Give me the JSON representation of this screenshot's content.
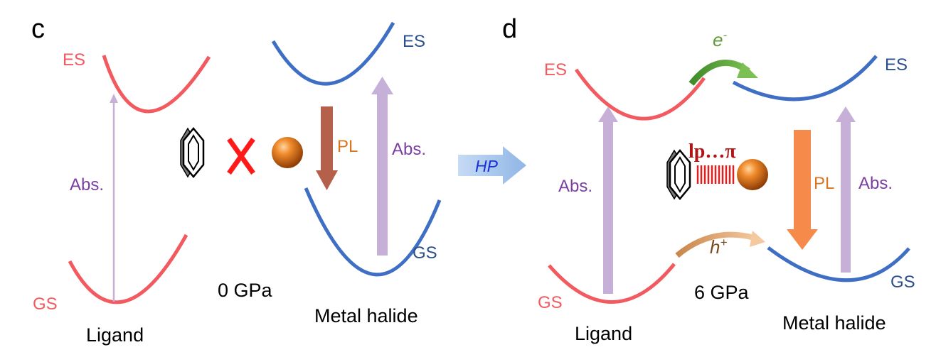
{
  "panel_c": {
    "letter": "c",
    "ligand_es": "ES",
    "ligand_gs": "GS",
    "ligand_abs": "Abs.",
    "ligand_label": "Ligand",
    "pressure": "0 GPa",
    "pl": "PL",
    "metal_abs": "Abs.",
    "metal_es": "ES",
    "metal_gs": "GS",
    "metal_label": "Metal halide"
  },
  "transition": {
    "label": "HP"
  },
  "panel_d": {
    "letter": "d",
    "ligand_es": "ES",
    "ligand_gs": "GS",
    "ligand_abs": "Abs.",
    "ligand_label": "Ligand",
    "electron": "e",
    "electron_sup": "-",
    "interaction": "lp…π",
    "hole": "h",
    "hole_sup": "+",
    "pressure": "6 GPa",
    "pl": "PL",
    "metal_abs": "Abs.",
    "metal_es": "ES",
    "metal_gs": "GS",
    "metal_label": "Metal halide"
  },
  "colors": {
    "ligand": "#f25a5f",
    "metal": "#3f6fc4",
    "abs": "#7b3fa0",
    "abs_arrow": "#c7b0d8",
    "pl_c": "#b5604a",
    "pl_d": "#f58a4a",
    "pl_text": "#d9761f",
    "electron": "#5f9b3a",
    "hole": "#7a4a1a",
    "interaction": "#b01616",
    "hp_arrow": "#aac8ec",
    "hp_text": "#1a2fd6",
    "cross": "#ff1a1a"
  }
}
